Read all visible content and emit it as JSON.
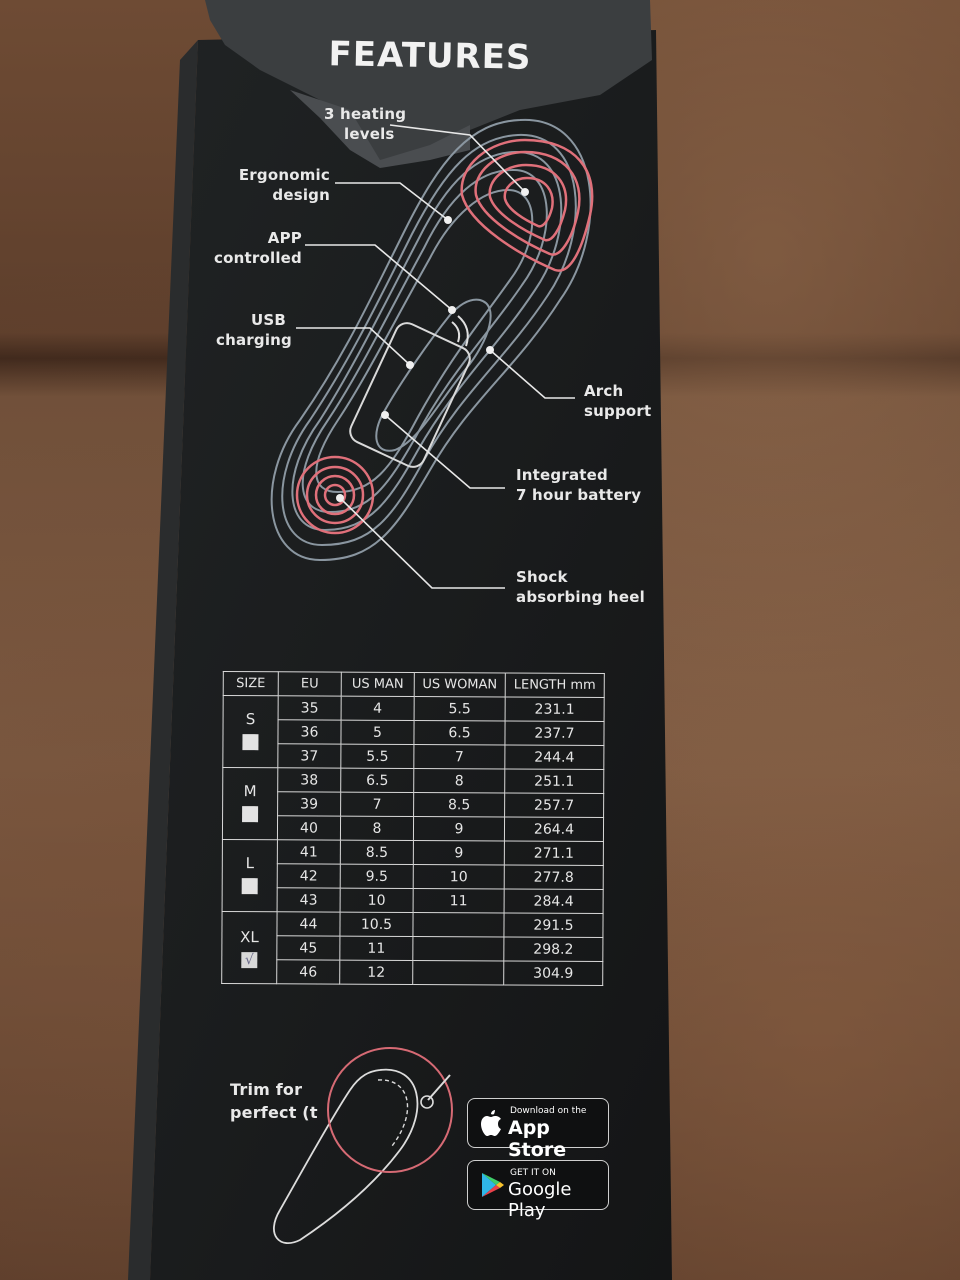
{
  "title": "FEATURES",
  "features": {
    "heating": [
      "3 heating",
      "levels"
    ],
    "ergonomic": [
      "Ergonomic",
      "design"
    ],
    "app": [
      "APP",
      "controlled"
    ],
    "usb": [
      "USB",
      "charging"
    ],
    "arch": [
      "Arch",
      "support"
    ],
    "battery": [
      "Integrated",
      "7 hour battery"
    ],
    "heel": [
      "Shock",
      "absorbing heel"
    ]
  },
  "size_table": {
    "headers": [
      "SIZE",
      "EU",
      "US MAN",
      "US WOMAN",
      "LENGTH mm"
    ],
    "groups": [
      {
        "size": "S",
        "rows": [
          [
            "35",
            "4",
            "5.5",
            "231.1"
          ],
          [
            "36",
            "5",
            "6.5",
            "237.7"
          ],
          [
            "37",
            "5.5",
            "7",
            "244.4"
          ]
        ]
      },
      {
        "size": "M",
        "rows": [
          [
            "38",
            "6.5",
            "8",
            "251.1"
          ],
          [
            "39",
            "7",
            "8.5",
            "257.7"
          ],
          [
            "40",
            "8",
            "9",
            "264.4"
          ]
        ]
      },
      {
        "size": "L",
        "rows": [
          [
            "41",
            "8.5",
            "9",
            "271.1"
          ],
          [
            "42",
            "9.5",
            "10",
            "277.8"
          ],
          [
            "43",
            "10",
            "11",
            "284.4"
          ]
        ]
      },
      {
        "size": "XL",
        "checked_mark": "√",
        "rows": [
          [
            "44",
            "10.5",
            "",
            "291.5"
          ],
          [
            "45",
            "11",
            "",
            "298.2"
          ],
          [
            "46",
            "12",
            "",
            "304.9"
          ]
        ]
      }
    ]
  },
  "trim": [
    "Trim for",
    "perfect (t"
  ],
  "app_store": {
    "small": "Download on the",
    "big": "App Store"
  },
  "google_play": {
    "small": "GET IT ON",
    "big": "Google Play"
  },
  "colors": {
    "box": "#1b1d1e",
    "accent_red": "#e0707a",
    "insole_lines": "#8a96a0",
    "text": "#e9e9e9"
  }
}
